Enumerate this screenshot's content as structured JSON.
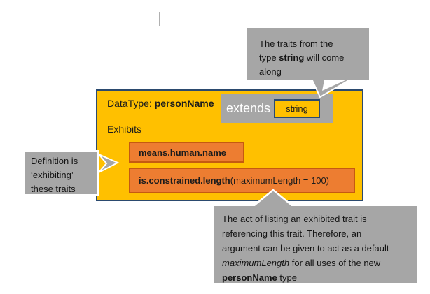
{
  "colors": {
    "gold": "#FFC000",
    "orange_fill": "#ED7D31",
    "orange_border": "#C55A11",
    "navy_border": "#2B4A6F",
    "callout_gray": "#A6A6A6"
  },
  "datatype_box": {
    "title_prefix": "DataType: ",
    "title_name": "personName",
    "extends_label": "extends",
    "extends_type": "string",
    "exhibits_label": "Exhibits",
    "traits": {
      "means": {
        "name": "means.human.name"
      },
      "length": {
        "name": "is.constrained.length",
        "args": " (maximumLength = 100)"
      }
    }
  },
  "callouts": {
    "top": {
      "l1": "The traits from the",
      "l2a": "type ",
      "l2b": "string",
      "l2c": " will come",
      "l3": "along"
    },
    "left": {
      "l1": "Definition is",
      "l2": "‘exhibiting’",
      "l3": "these traits"
    },
    "bottom": {
      "l1": "The act of listing an exhibited trait is",
      "l2": "referencing this trait. Therefore, an",
      "l3": "argument can be given to act as a default",
      "l4a": "maximumLength",
      "l4b": " for all uses of the new",
      "l5a": "personName",
      "l5b": " type"
    }
  }
}
